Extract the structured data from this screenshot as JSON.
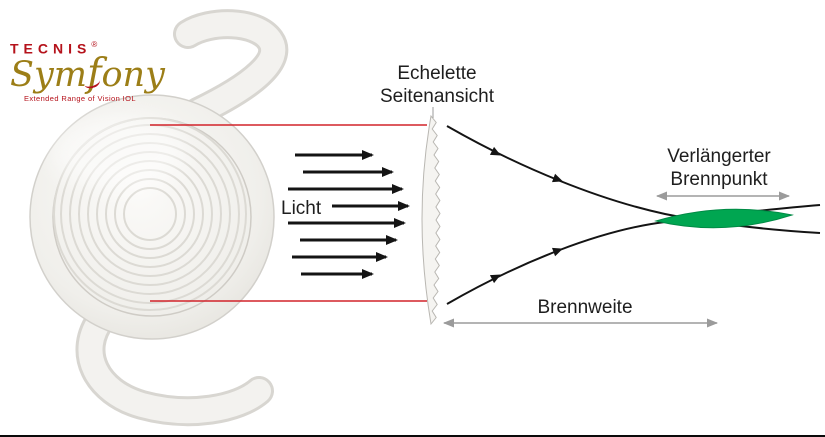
{
  "logo": {
    "brand": "TECNIS",
    "registered": "®",
    "product_prefix": "Sym",
    "product_f": "f",
    "product_suffix": "ony",
    "tagline": "Extended Range of Vision IOL"
  },
  "diagram": {
    "profile_label_line1": "Echelette",
    "profile_label_line2": "Seitenansicht",
    "light_label": "Licht",
    "focus_label_line1": "Verlängerter",
    "focus_label_line2": "Brennpunkt",
    "focal_length_label": "Brennweite"
  },
  "colors": {
    "brand_red": "#b5121b",
    "brand_gold": "#9c7e17",
    "guide_red": "#d2232a",
    "focus_green": "#00a651",
    "arrow_gray": "#9b9b9b",
    "ray_black": "#141414",
    "lens_fill": "#f2f1ee",
    "lens_outline": "#c9c7c1"
  }
}
